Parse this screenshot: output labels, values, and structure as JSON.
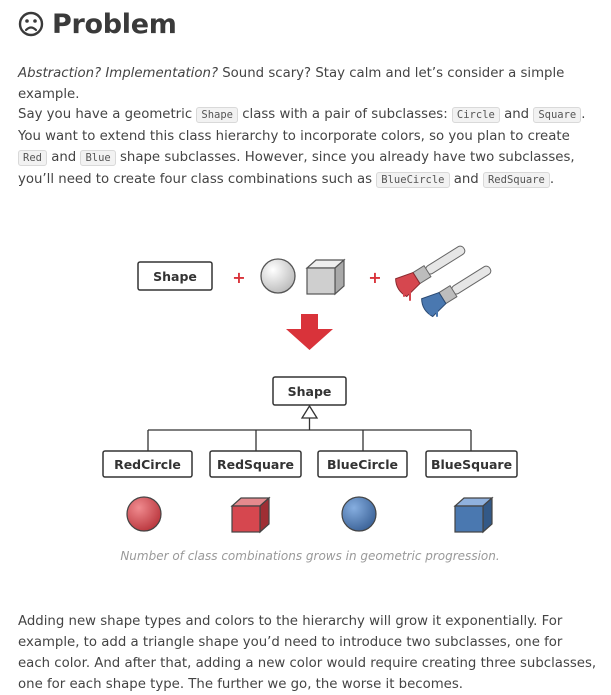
{
  "heading": {
    "icon": "frown-face-icon",
    "title": "Problem"
  },
  "intro": {
    "italic": "Abstraction? Implementation?",
    "rest": " Sound scary? Stay calm and let’s consider a simple example."
  },
  "paragraph2": {
    "t1": "Say you have a geometric ",
    "c1": "Shape",
    "t2": " class with a pair of subclasses: ",
    "c2": "Circle",
    "t3": " and ",
    "c3": "Square",
    "t4": ". You want to extend this class hierarchy to incorporate colors, so you plan to create ",
    "c4": "Red",
    "t5": " and ",
    "c5": "Blue",
    "t6": " shape subclasses. However, since you already have two subclasses, you’ll need to create four class combinations such as ",
    "c6": "BlueCircle",
    "t7": " and ",
    "c7": "RedSquare",
    "t8": "."
  },
  "diagram": {
    "top_box": "Shape",
    "plus": "+",
    "parent_box": "Shape",
    "children": [
      "RedCircle",
      "RedSquare",
      "BlueCircle",
      "BlueSquare"
    ],
    "caption": "Number of class combinations grows in geometric progression.",
    "colors": {
      "red": "#d6474f",
      "blue": "#4a78b0",
      "arrow": "#d9333a",
      "gray": "#d4d4d4"
    }
  },
  "paragraph3": "Adding new shape types and colors to the hierarchy will grow it exponentially. For example, to add a triangle shape you’d need to introduce two subclasses, one for each color. And after that, adding a new color would require creating three subclasses, one for each shape type. The further we go, the worse it becomes."
}
